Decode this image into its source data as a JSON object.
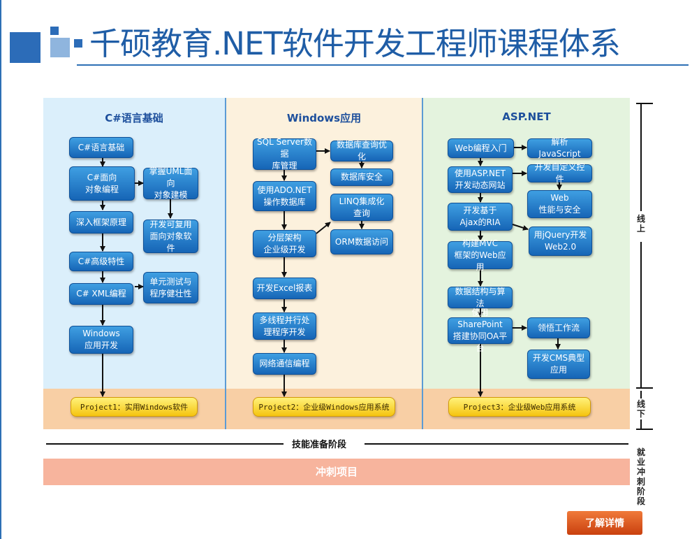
{
  "title": "千硕教育.NET软件开发工程师课程体系",
  "colors": {
    "title": "#1f5da6",
    "box_top": "#3f9fe2",
    "box_bottom": "#1665b6",
    "panel_csharp": "#dbeffb",
    "panel_windows": "#fcf1dd",
    "panel_aspnet": "#e4f3de",
    "project_band": "#f8cfa5",
    "sprint_bar": "#f7b49d",
    "button": "#de5a1e"
  },
  "columns": {
    "csharp": {
      "header": "C#语言基础",
      "boxes": {
        "basics": "C#语言基础",
        "oop": "C#面向\n对象编程",
        "uml": "掌握UML面向\n对象建模",
        "framework": "深入框架原理",
        "reusable": "开发可复用\n面向对象软件",
        "advanced": "C#高级特性",
        "unit_test": "单元测试与\n程序健壮性",
        "xml": "C# XML编程",
        "winforms": "Windows\n应用开发"
      },
      "project": "Project1：实用Windows软件"
    },
    "windows": {
      "header": "Windows应用",
      "boxes": {
        "sqlserver": "SQL Server数据\n库管理",
        "query_opt": "数据库查询优化",
        "db_security": "数据库安全",
        "adonet": "使用ADO.NET\n操作数据库",
        "linq": "LINQ集成化\n查询",
        "layered": "分层架构\n企业级开发",
        "orm": "ORM数据访问",
        "excel": "开发Excel报表",
        "multithread": "多线程并行处\n理程序开发",
        "network": "网络通信编程"
      },
      "project": "Project2：企业级Windows应用系统"
    },
    "aspnet": {
      "header": "ASP.NET",
      "boxes": {
        "web_intro": "Web编程入门",
        "javascript": "解析JavaScript",
        "dynamic_site": "使用ASP.NET\n开发动态网站",
        "custom_ctrl": "开发自定义控件",
        "web_perf": "Web\n性能与安全",
        "ajax": "开发基于\nAjax的RIA",
        "jquery": "用jQuery开发\nWeb2.0",
        "mvc": "构建MVC\n框架的Web应用",
        "algorithms": "数据结构与算法",
        "sharepoint": "使用SharePoint\n搭建协同OA平台",
        "workflow": "领悟工作流",
        "cms": "开发CMS典型\n应用"
      },
      "project": "Project3：企业级Web应用系统"
    }
  },
  "side_labels": {
    "online": "线上",
    "offline": "线下",
    "employment": "就业冲刺阶段"
  },
  "skill_phase": "技能准备阶段",
  "sprint": "冲刺项目",
  "more_button": "了解详情"
}
